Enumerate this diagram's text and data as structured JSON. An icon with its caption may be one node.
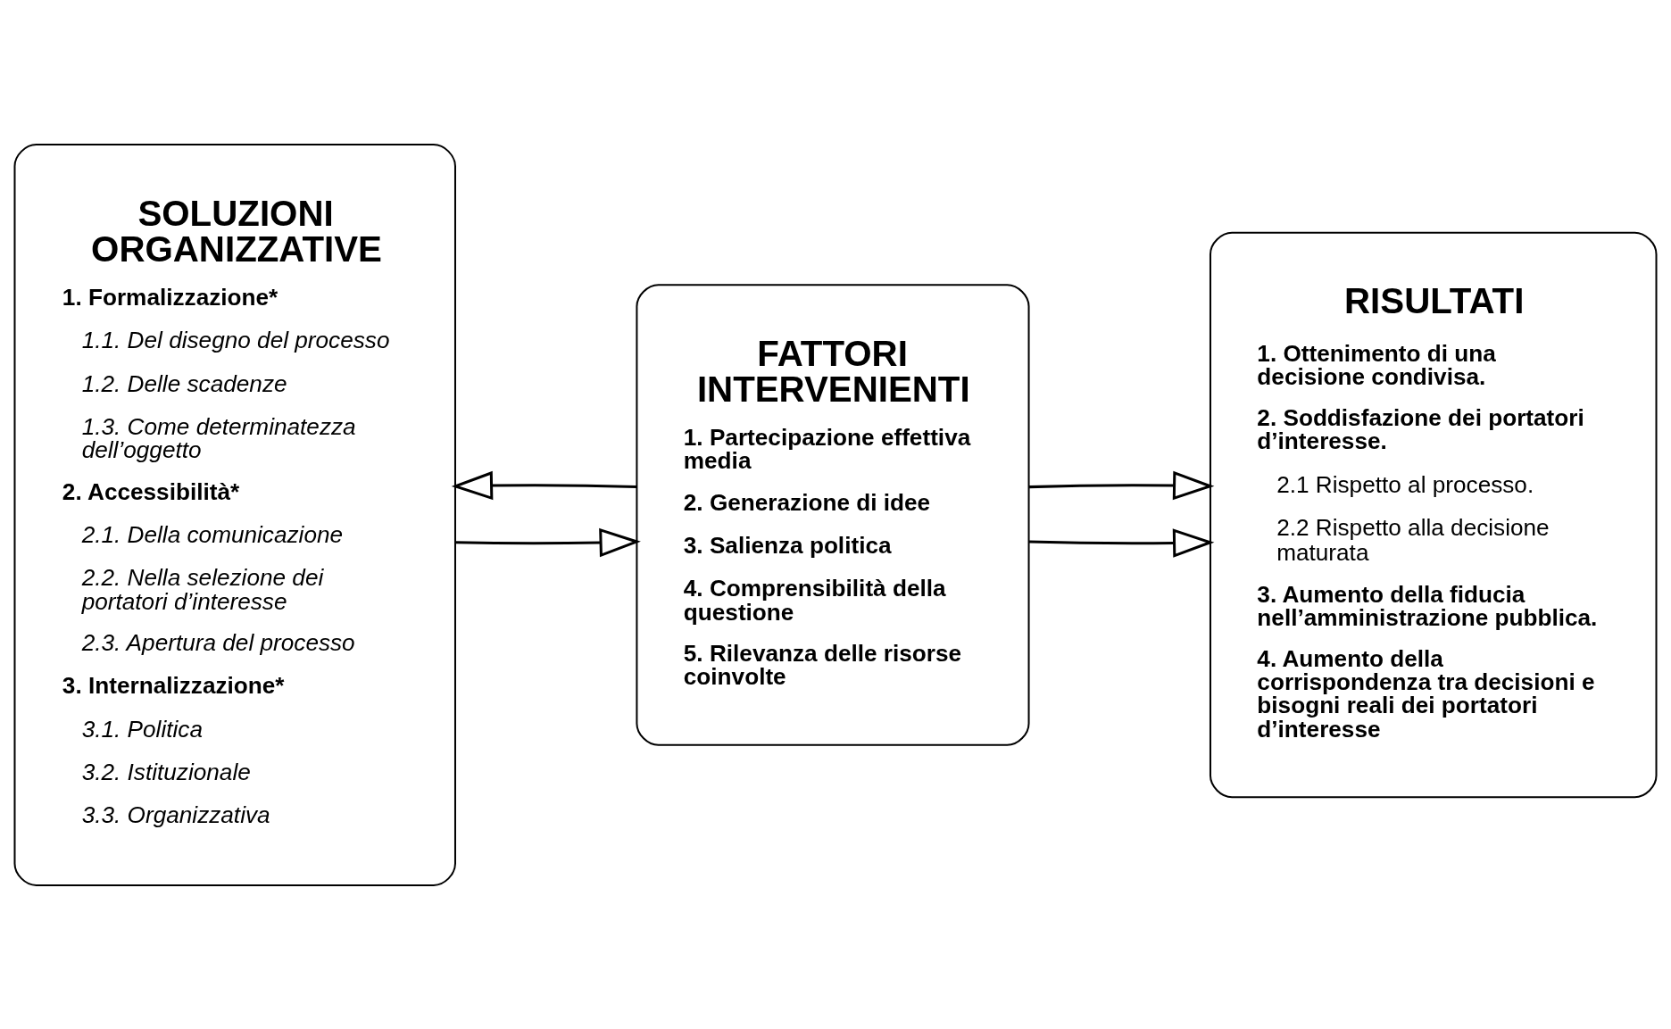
{
  "diagram": {
    "nodes": [
      {
        "text": [
          "SOLUZIONI ORGANIZZATIVE",
          "1. Formalizzazione*",
          "1.1. Del disegno del processo",
          "1.2. Delle scadenze",
          "1.3. Come determinatezza dell’oggetto",
          "2. Accessibilità*",
          "2.1. Della comunicazione",
          "2.2. Nella selezione dei portatori d’interesse",
          "2.3. Apertura del processo",
          "3. Internalizzazione*",
          "3.1. Politica",
          "3.2. Istituzionale",
          "3.3. Organizzativa"
        ]
      },
      {
        "text": [
          "FATTORI INTERVENIENTI",
          "1. Partecipazione effettiva media",
          "2. Generazione di idee",
          "3. Salienza politica",
          "4. Comprensibilità della questione",
          "5. Rilevanza delle risorse coinvolte"
        ]
      },
      {
        "text": [
          "RISULTATI",
          "1. Ottenimento di una decisione condivisa.",
          "2. Soddisfazione dei portatori d’interesse.",
          "2.1 Rispetto al processo.",
          "2.2 Rispetto alla decisione maturata",
          "3. Aumento della fiducia nell’amministrazione pubblica.",
          "4. Aumento della corrispondenza tra decisioni e bisogni reali dei portatori d’interesse"
        ]
      }
    ],
    "edges": [
      {
        "from": 1,
        "to": 0,
        "arrow": "to"
      },
      {
        "from": 0,
        "to": 1,
        "arrow": "to"
      },
      {
        "from": 1,
        "to": 2,
        "arrow": "to"
      },
      {
        "from": 1,
        "to": 2,
        "arrow": "to"
      }
    ]
  }
}
